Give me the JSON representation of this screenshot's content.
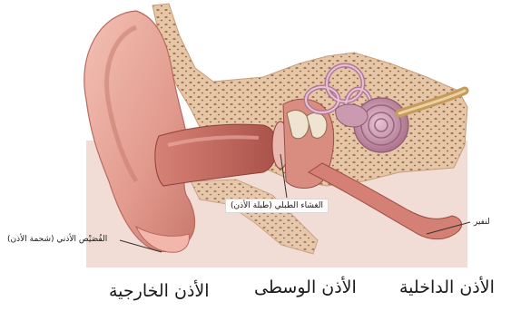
{
  "labels": {
    "eardrum": "الغشاء الطبلي (طبلة الأذن)",
    "lobe": "الفُصَيْص الأذني (شحمة الأذن)",
    "tube": "لنفير",
    "outer_ear": "الأذن الخارجية",
    "middle_ear": "الأذن الوسطى",
    "inner_ear": "الأذن الداخلية"
  },
  "colors": {
    "skin": "#e9a89c",
    "skin_dark": "#c97b6f",
    "skin_light": "#f6d2c8",
    "bone": "#e3c4a6",
    "bone_pores": "#a5754f",
    "canal": "#b85c52",
    "cochlea": "#c895ab",
    "nerve": "#d7b577",
    "background_tissue": "#f1ddd6"
  }
}
